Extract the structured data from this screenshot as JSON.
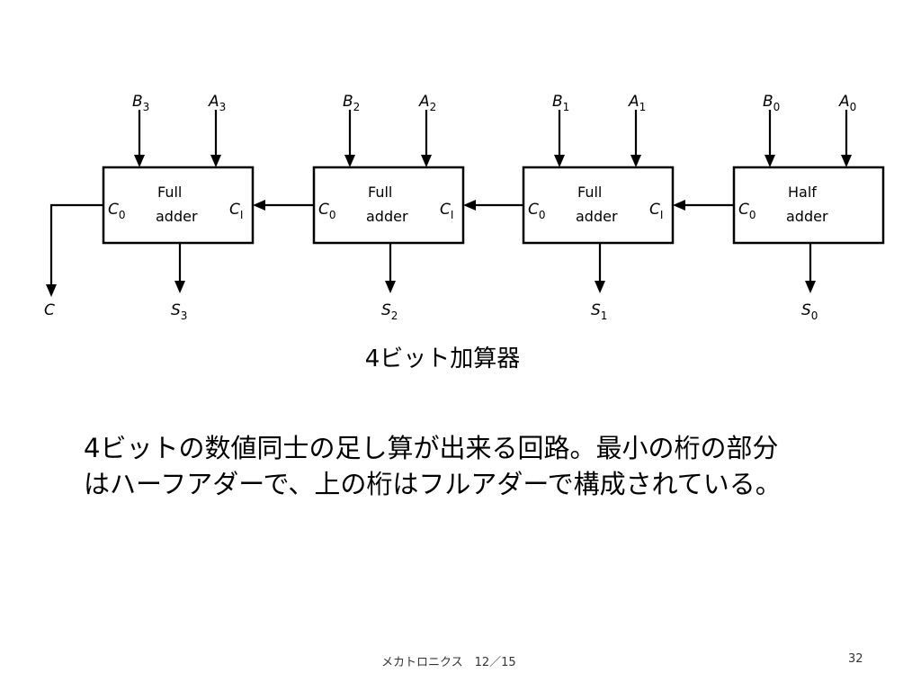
{
  "diagram": {
    "blocks": [
      {
        "line1": "Full",
        "line2": "adder",
        "co": "C",
        "co_sub": "0",
        "ci": "C",
        "ci_sub": "I",
        "b": "B",
        "b_sub": "3",
        "a": "A",
        "a_sub": "3",
        "s": "S",
        "s_sub": "3"
      },
      {
        "line1": "Full",
        "line2": "adder",
        "co": "C",
        "co_sub": "0",
        "ci": "C",
        "ci_sub": "I",
        "b": "B",
        "b_sub": "2",
        "a": "A",
        "a_sub": "2",
        "s": "S",
        "s_sub": "2"
      },
      {
        "line1": "Full",
        "line2": "adder",
        "co": "C",
        "co_sub": "0",
        "ci": "C",
        "ci_sub": "I",
        "b": "B",
        "b_sub": "1",
        "a": "A",
        "a_sub": "1",
        "s": "S",
        "s_sub": "1"
      },
      {
        "line1": "Half",
        "line2": "adder",
        "co": "C",
        "co_sub": "0",
        "ci": "",
        "ci_sub": "",
        "b": "B",
        "b_sub": "0",
        "a": "A",
        "a_sub": "0",
        "s": "S",
        "s_sub": "0"
      }
    ],
    "carry_out_label": "C"
  },
  "caption": "4ビット加算器",
  "description": {
    "line1": "4ビットの数値同士の足し算が出来る回路。最小の桁の部分",
    "line2": "はハーフアダーで、上の桁はフルアダーで構成されている。"
  },
  "footer": {
    "title": "メカトロニクス　12／15",
    "page": "32"
  }
}
